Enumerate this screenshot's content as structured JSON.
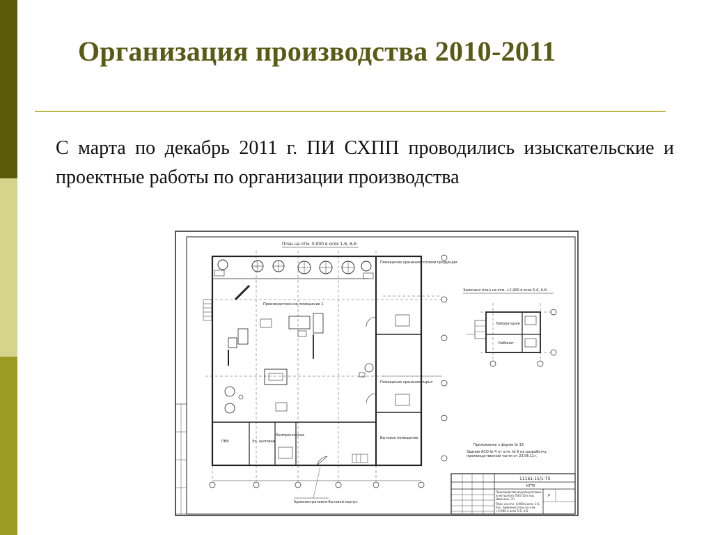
{
  "slide": {
    "title": "Организация производства 2010-2011",
    "body": "С марта по декабрь 2011 г. ПИ СХПП проводились изыскательские и проектные работы по организации производства"
  },
  "drawing": {
    "plan_title": "План на отм. 0,000 в осях 1-6, А-Е.",
    "side_plan_title": "Замечено план на отм. +2,900 в осях 5-6, А-Б.",
    "rooms": {
      "production": "Производственное помещение 1",
      "storage_top": "Помещение хранения готовой продукции",
      "storage_mid": "Помещение хранения сырья",
      "household": "Бытовое помещение",
      "pbk": "ПВК",
      "engineer": "Эл. щитовая",
      "compressor": "Компрессорная",
      "laboratory": "Лаборатория",
      "cabinet": "Кабинет"
    },
    "notes": {
      "appendix": "Приложение к форме № 33",
      "note_text": "Здание АСО № 4 от отм. № 6 на разработку производственной части от 23.06.11г.",
      "entrance": "Административно-бытовой корпус"
    },
    "stamp": {
      "code": "11161-15/1-ТХ",
      "org": "КГТУ",
      "description": "Производство водоподготовки и моторного ПЭО-10 в пос. Шевчено, ЗЧ",
      "sheet_title": "План на отм. 0,000 в осях 1-6, А-Е. Замечено план на отм. +2,900 в осях 5-6, А-Б.",
      "sheet_label": "Р"
    }
  }
}
